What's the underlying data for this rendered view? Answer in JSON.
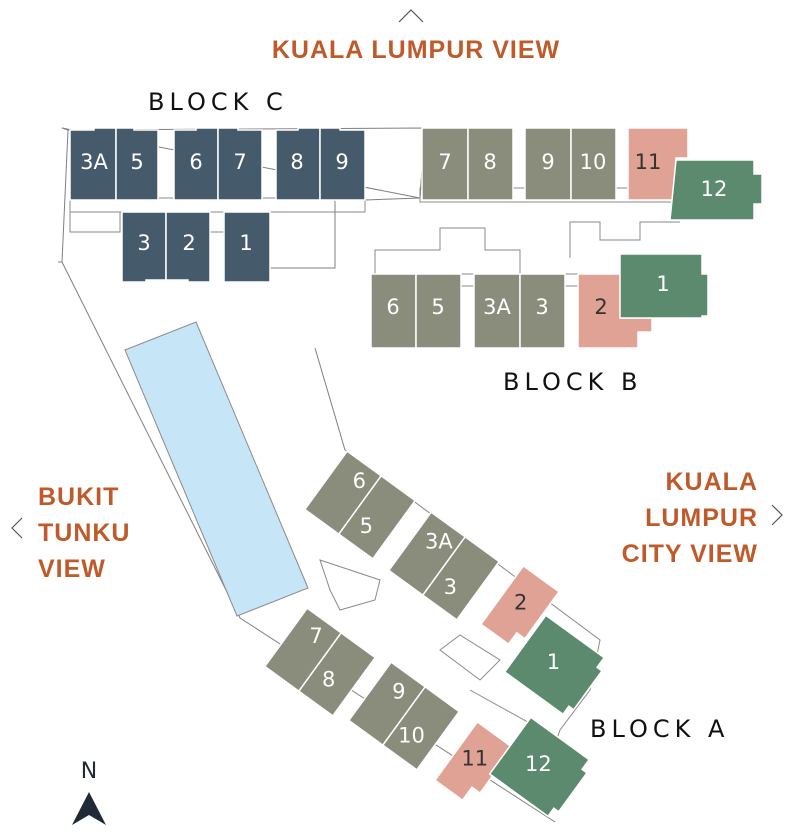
{
  "colors": {
    "view_label": "#bf5a2a",
    "block_c_units": "#455a6b",
    "standard_units": "#8a8c7c",
    "unit_type_pink": "#e0a294",
    "unit_type_green": "#5b8a6e",
    "pool": "#c6e6f7",
    "north_arrow": "#1f2a36"
  },
  "views": {
    "top": "KUALA LUMPUR VIEW",
    "left": [
      "BUKIT",
      "TUNKU",
      "VIEW"
    ],
    "right": [
      "KUALA",
      "LUMPUR",
      "CITY VIEW"
    ]
  },
  "arrows": {
    "top": "up-chevron-icon",
    "left": "left-chevron-icon",
    "right": "right-chevron-icon"
  },
  "compass": {
    "letter": "N",
    "icon": "north-arrow-icon"
  },
  "blocks": {
    "a": {
      "title": "BLOCK A",
      "units": [
        "6",
        "5",
        "3A",
        "3",
        "2",
        "1",
        "7",
        "8",
        "9",
        "10",
        "11",
        "12"
      ]
    },
    "b": {
      "title": "BLOCK B",
      "units": [
        "6",
        "5",
        "3A",
        "3",
        "2",
        "1"
      ]
    },
    "c": {
      "title": "BLOCK C",
      "units": [
        "3A",
        "5",
        "6",
        "7",
        "8",
        "9",
        "3",
        "2",
        "1"
      ]
    }
  }
}
